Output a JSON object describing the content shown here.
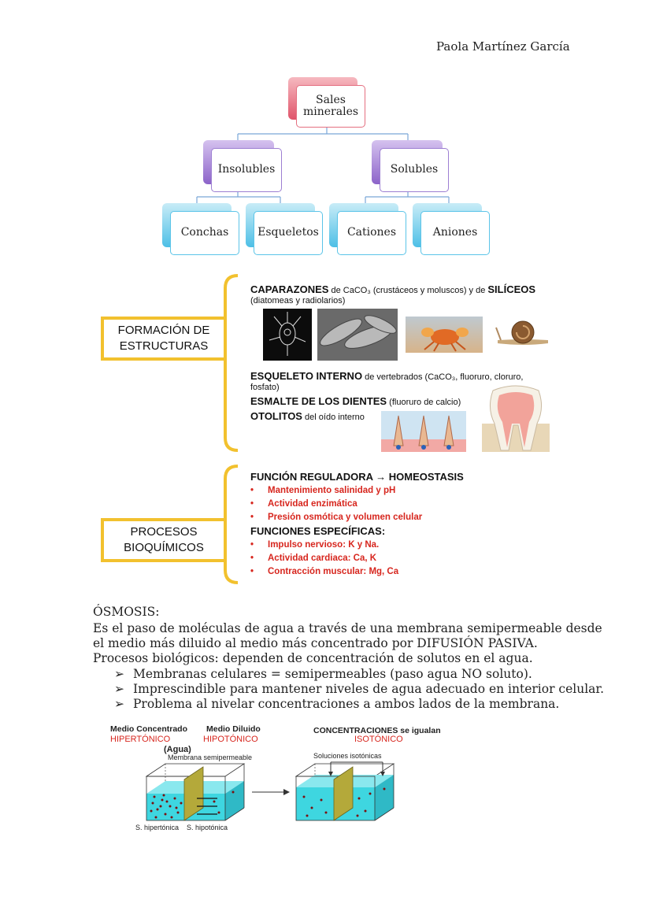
{
  "author": "Paola Martínez García",
  "org_chart": {
    "root": "Sales minerales",
    "branches": [
      {
        "label": "Insolubles",
        "children": [
          "Conchas",
          "Esqueletos"
        ]
      },
      {
        "label": "Solubles",
        "children": [
          "Cationes",
          "Aniones"
        ]
      }
    ]
  },
  "formacion": {
    "tag_line1": "FORMACIÓN DE",
    "tag_line2": "ESTRUCTURAS",
    "caparazones_title": "CAPARAZONES",
    "caparazones_text": "de CaCO₃ (crustáceos y moluscos) y de",
    "siliceos_title": "SILÍCEOS",
    "caparazones_text2": "(diatomeas y radiolarios)",
    "esqueleto_title": "ESQUELETO INTERNO",
    "esqueleto_text": "de vertebrados (CaCO₃, fluoruro, cloruro,",
    "esqueleto_text2": "fosfato)",
    "esmalte_title": "ESMALTE DE LOS DIENTES",
    "esmalte_text": "(fluoruro de calcio)",
    "otolitos_title": "OTOLITOS",
    "otolitos_text": "del oído interno"
  },
  "procesos": {
    "tag_line1": "PROCESOS",
    "tag_line2": "BIOQUÍMICOS",
    "reguladora_title": "FUNCIÓN REGULADORA → HOMEOSTASIS",
    "reguladora_items": [
      "Mantenimiento salinidad y pH",
      "Actividad enzimática",
      "Presión osmótica y volumen celular"
    ],
    "especificas_title": "FUNCIONES ESPECÍFICAS:",
    "especificas_items": [
      "Impulso nervioso: K y Na.",
      "Actividad cardiaca: Ca, K",
      "Contracción muscular: Mg, Ca"
    ],
    "bullet": "•"
  },
  "osmosis": {
    "heading": "ÓSMOSIS:",
    "line1": "Es el paso de moléculas de agua a través de una membrana semipermeable desde",
    "line2": "el medio más diluido al medio más concentrado por DIFUSIÓN PASIVA.",
    "line3": "Procesos biológicos: dependen de concentración de solutos en el agua.",
    "bullets": [
      "Membranas celulares = semipermeables (paso agua NO soluto).",
      "Imprescindible para mantener niveles de agua adecuado en interior celular.",
      "Problema al nivelar concentraciones a ambos lados de la membrana."
    ],
    "arrow_glyph": "➢"
  },
  "diagram": {
    "medio_concentrado": "Medio Concentrado",
    "hipertonico": "HIPERTÓNICO",
    "medio_diluido": "Medio Diluido",
    "hipotonico": "HIPOTÓNICO",
    "agua": "(Agua)",
    "membrana": "Membrana semipermeable",
    "s_hipertonica": "S. hipertónica",
    "s_hipotonica": "S. hipotónica",
    "concentraciones": "CONCENTRACIONES se igualan",
    "isotonico": "ISOTÓNICO",
    "soluciones": "Soluciones isotónicas"
  }
}
